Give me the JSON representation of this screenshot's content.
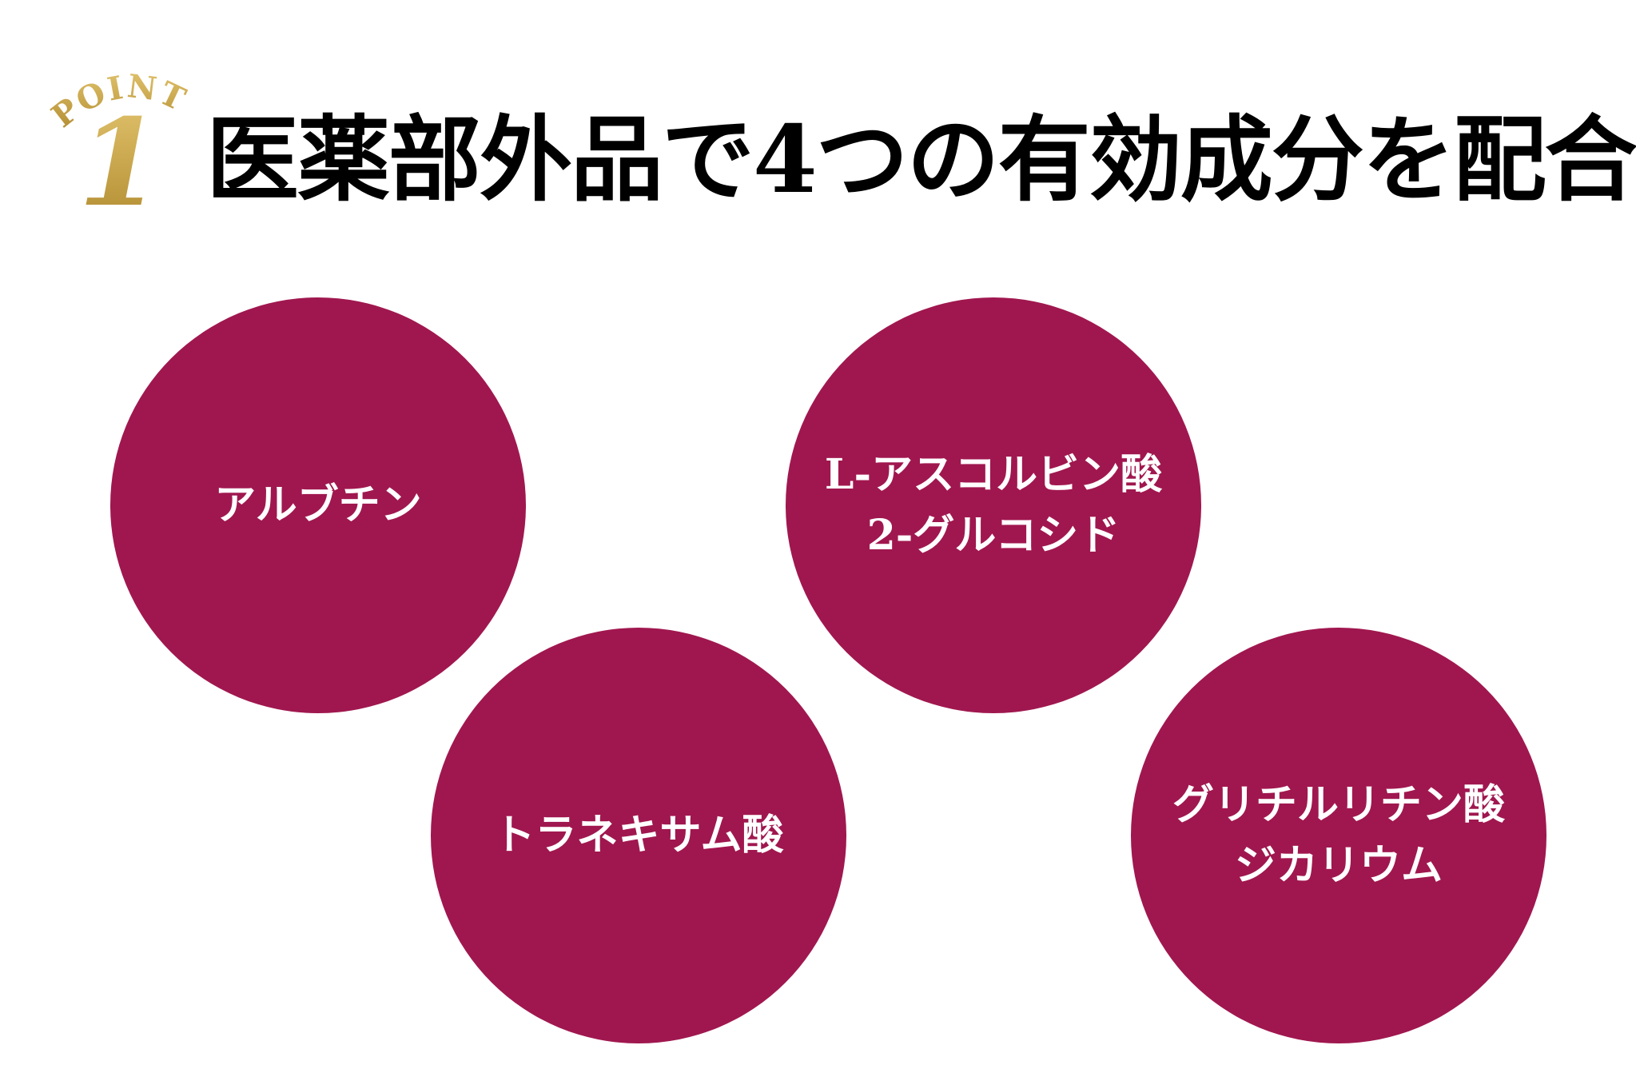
{
  "badge": {
    "word": "POINT",
    "number": "1",
    "color": "#c8a44a"
  },
  "headline": "医薬部外品で4つの有効成分を配合",
  "circle_color": "#a0174f",
  "ingredients": [
    {
      "lines": [
        "アルブチン"
      ]
    },
    {
      "lines": [
        "L-アスコルビン酸",
        "2-グルコシド"
      ]
    },
    {
      "lines": [
        "トラネキサム酸"
      ]
    },
    {
      "lines": [
        "グリチルリチン酸",
        "ジカリウム"
      ]
    }
  ]
}
